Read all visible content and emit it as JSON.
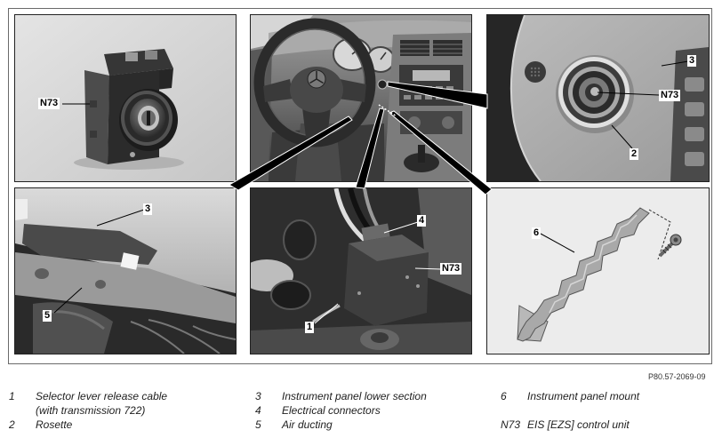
{
  "figure": {
    "reference": "P80.57-2069-09",
    "panels": {
      "top_left": {
        "callouts": [
          "N73"
        ]
      },
      "top_center": {
        "callouts": []
      },
      "top_right": {
        "callouts": [
          "3",
          "N73",
          "2"
        ]
      },
      "bottom_left": {
        "callouts": [
          "3",
          "5"
        ]
      },
      "bottom_center": {
        "callouts": [
          "4",
          "N73",
          "1"
        ]
      },
      "bottom_right": {
        "callouts": [
          "6"
        ]
      }
    }
  },
  "legend": {
    "columns": [
      [
        {
          "key": "1",
          "text": [
            "Selector lever release cable",
            "(with transmission 722)"
          ]
        },
        {
          "key": "2",
          "text": [
            "Rosette"
          ]
        }
      ],
      [
        {
          "key": "3",
          "text": [
            "Instrument panel lower section"
          ]
        },
        {
          "key": "4",
          "text": [
            "Electrical connectors"
          ]
        },
        {
          "key": "5",
          "text": [
            "Air ducting"
          ]
        }
      ],
      [
        {
          "key": "6",
          "text": [
            "Instrument panel mount"
          ]
        },
        {
          "key": "N73",
          "text": [
            "EIS [EZS] control unit"
          ]
        }
      ]
    ]
  }
}
